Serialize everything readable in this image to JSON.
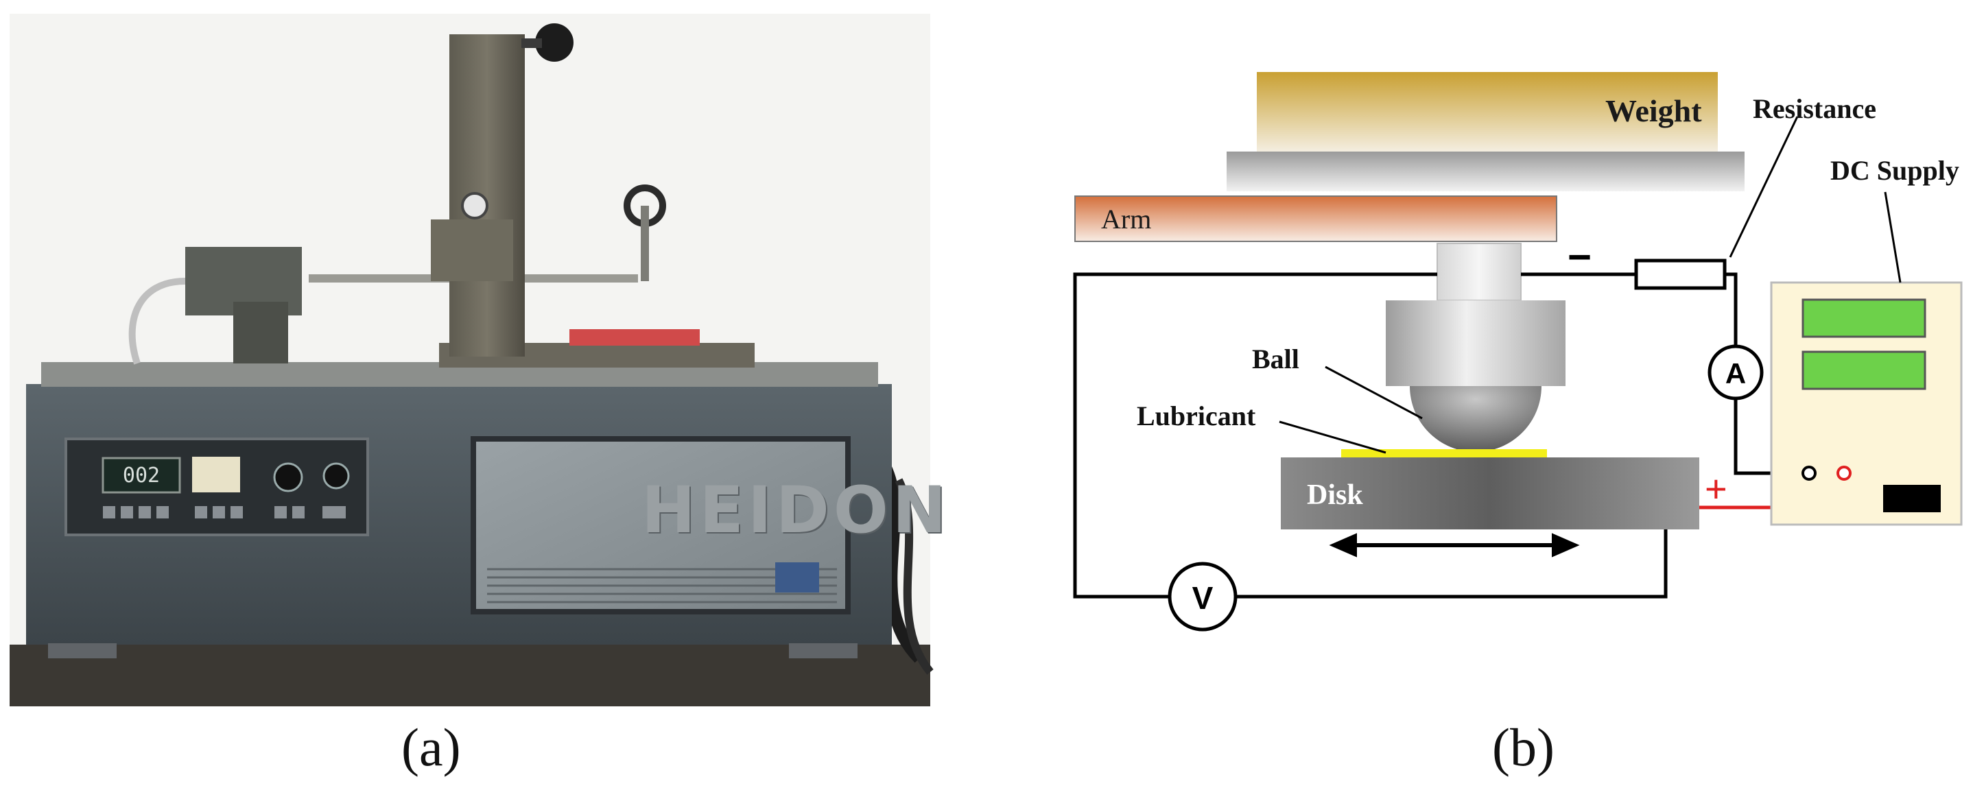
{
  "captions": {
    "a": "(a)",
    "b": "(b)"
  },
  "photo": {
    "brand_text": "HEIDON",
    "display_reading": "002"
  },
  "diagram": {
    "labels": {
      "weight": "Weight",
      "arm": "Arm",
      "resistance": "Resistance",
      "dc_supply": "DC Supply",
      "ball": "Ball",
      "lubricant": "Lubricant",
      "disk": "Disk",
      "ammeter": "A",
      "voltmeter": "V",
      "minus": "−",
      "plus": "+"
    },
    "colors": {
      "weight_gold": "#c9a53a",
      "arm_orange": "#cc6a3a",
      "lubricant_yellow": "#f2ee1a",
      "positive_wire": "#e02020",
      "supply_panel": "#fdf5d8",
      "supply_display": "#6dd14a"
    },
    "icons": [
      "double-arrow-icon",
      "ammeter-icon",
      "voltmeter-icon",
      "resistor-icon"
    ]
  }
}
